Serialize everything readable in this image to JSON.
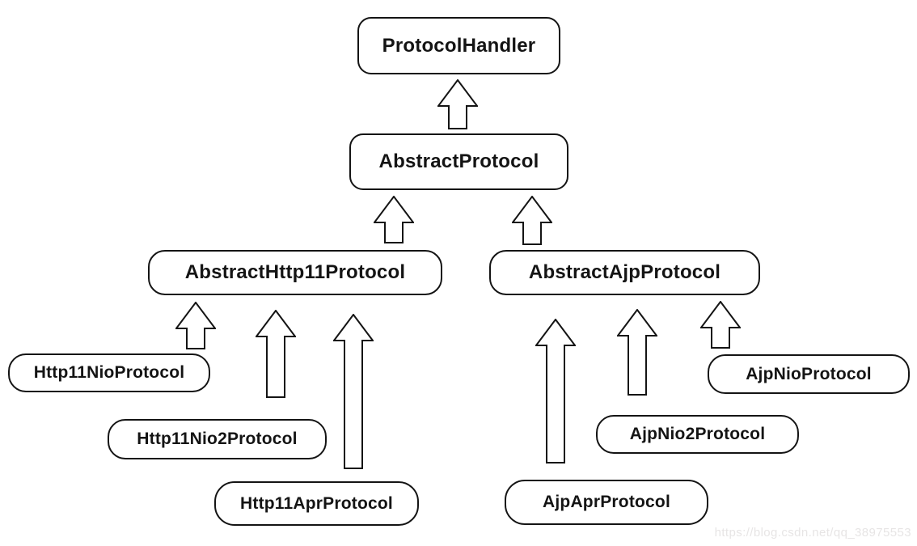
{
  "diagram": {
    "type": "class-hierarchy",
    "nodes": [
      {
        "id": "ProtocolHandler",
        "label": "ProtocolHandler"
      },
      {
        "id": "AbstractProtocol",
        "label": "AbstractProtocol"
      },
      {
        "id": "AbstractHttp11Protocol",
        "label": "AbstractHttp11Protocol"
      },
      {
        "id": "AbstractAjpProtocol",
        "label": "AbstractAjpProtocol"
      },
      {
        "id": "Http11NioProtocol",
        "label": "Http11NioProtocol"
      },
      {
        "id": "Http11Nio2Protocol",
        "label": "Http11Nio2Protocol"
      },
      {
        "id": "Http11AprProtocol",
        "label": "Http11AprProtocol"
      },
      {
        "id": "AjpAprProtocol",
        "label": "AjpAprProtocol"
      },
      {
        "id": "AjpNio2Protocol",
        "label": "AjpNio2Protocol"
      },
      {
        "id": "AjpNioProtocol",
        "label": "AjpNioProtocol"
      }
    ],
    "edges": [
      {
        "from": "AbstractProtocol",
        "to": "ProtocolHandler",
        "relation": "extends"
      },
      {
        "from": "AbstractHttp11Protocol",
        "to": "AbstractProtocol",
        "relation": "extends"
      },
      {
        "from": "AbstractAjpProtocol",
        "to": "AbstractProtocol",
        "relation": "extends"
      },
      {
        "from": "Http11NioProtocol",
        "to": "AbstractHttp11Protocol",
        "relation": "extends"
      },
      {
        "from": "Http11Nio2Protocol",
        "to": "AbstractHttp11Protocol",
        "relation": "extends"
      },
      {
        "from": "Http11AprProtocol",
        "to": "AbstractHttp11Protocol",
        "relation": "extends"
      },
      {
        "from": "AjpAprProtocol",
        "to": "AbstractAjpProtocol",
        "relation": "extends"
      },
      {
        "from": "AjpNio2Protocol",
        "to": "AbstractAjpProtocol",
        "relation": "extends"
      },
      {
        "from": "AjpNioProtocol",
        "to": "AbstractAjpProtocol",
        "relation": "extends"
      }
    ],
    "colors": {
      "background": "#ffffff",
      "node_fill": "#ffffff",
      "node_border": "#141414",
      "text": "#141414",
      "watermark": "#e7e5e5"
    }
  },
  "watermark": {
    "text": "https://blog.csdn.net/qq_38975553"
  }
}
